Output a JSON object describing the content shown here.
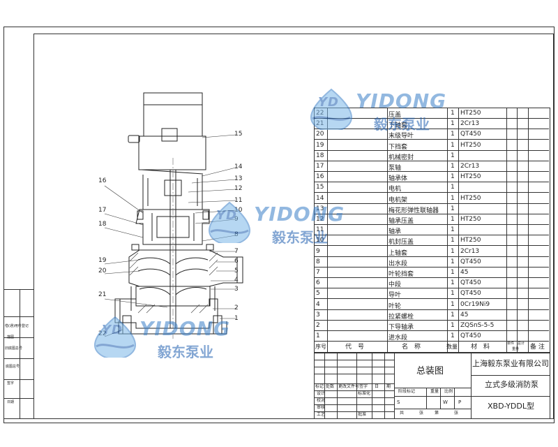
{
  "watermark": {
    "brand_letters": "YD",
    "brand": "YIDONG",
    "subtitle": "毅东泵业"
  },
  "left_strip": {
    "rows": [
      "借(通)用件登记",
      "描图",
      "旧底图总号",
      "底图总号",
      "签字",
      "日期"
    ]
  },
  "drawing": {
    "callouts_left": [
      "16",
      "17",
      "18",
      "19",
      "20",
      "21",
      "22"
    ],
    "callouts_right": [
      "15",
      "14",
      "13",
      "12",
      "11",
      "10",
      "9",
      "8",
      "7",
      "6",
      "5",
      "4",
      "3",
      "2",
      "1"
    ]
  },
  "bom": {
    "rows": [
      {
        "no": "22",
        "name": "压盖",
        "qty": "1",
        "mat": "HT250"
      },
      {
        "no": "21",
        "name": "下轴套",
        "qty": "1",
        "mat": "2Cr13"
      },
      {
        "no": "20",
        "name": "末级导叶",
        "qty": "1",
        "mat": "QT450"
      },
      {
        "no": "19",
        "name": "下挡套",
        "qty": "1",
        "mat": "HT250"
      },
      {
        "no": "18",
        "name": "机械密封",
        "qty": "1",
        "mat": ""
      },
      {
        "no": "17",
        "name": "泵轴",
        "qty": "1",
        "mat": "2Cr13"
      },
      {
        "no": "16",
        "name": "轴承体",
        "qty": "1",
        "mat": "HT250"
      },
      {
        "no": "15",
        "name": "电机",
        "qty": "1",
        "mat": ""
      },
      {
        "no": "14",
        "name": "电机架",
        "qty": "1",
        "mat": "HT250"
      },
      {
        "no": "13",
        "name": "梅花形弹性联轴器",
        "qty": "1",
        "mat": ""
      },
      {
        "no": "12",
        "name": "轴承压盖",
        "qty": "1",
        "mat": "HT250"
      },
      {
        "no": "11",
        "name": "轴承",
        "qty": "1",
        "mat": ""
      },
      {
        "no": "10",
        "name": "机封压盖",
        "qty": "1",
        "mat": "HT250"
      },
      {
        "no": "9",
        "name": "上轴套",
        "qty": "1",
        "mat": "2Cr13"
      },
      {
        "no": "8",
        "name": "出水段",
        "qty": "1",
        "mat": "QT450"
      },
      {
        "no": "7",
        "name": "叶轮挡套",
        "qty": "1",
        "mat": "45"
      },
      {
        "no": "6",
        "name": "中段",
        "qty": "1",
        "mat": "QT450"
      },
      {
        "no": "5",
        "name": "导叶",
        "qty": "1",
        "mat": "QT450"
      },
      {
        "no": "4",
        "name": "叶轮",
        "qty": "1",
        "mat": "0Cr19Ni9"
      },
      {
        "no": "3",
        "name": "拉紧螺栓",
        "qty": "1",
        "mat": "45"
      },
      {
        "no": "2",
        "name": "下导轴承",
        "qty": "1",
        "mat": "ZQSnS-5-5"
      },
      {
        "no": "1",
        "name": "进水段",
        "qty": "1",
        "mat": "QT450"
      }
    ],
    "header": {
      "no": "序号",
      "code": "代　号",
      "name": "名　称",
      "qty": "数量",
      "mat": "材　料",
      "single": "单件",
      "total": "总计",
      "weight": "重量",
      "remark": "备 注"
    }
  },
  "title_block": {
    "drawing_title": "总装图",
    "company": "上海毅东泵业有限公司",
    "product_name": "立式多级消防泵",
    "model": "XBD-YDDL型",
    "sign_header": [
      "标记",
      "处数",
      "更改文件号",
      "签字",
      "日",
      "期"
    ],
    "role_labels": [
      "设计",
      "校对",
      "审核",
      "工艺"
    ],
    "mid_labels": [
      "标准化",
      "批准"
    ],
    "stage_header": [
      "阶段标记",
      "重量",
      "比例"
    ],
    "stage_marks": [
      "S",
      "W",
      "P"
    ],
    "sheet_labels": [
      "共",
      "张",
      "第",
      "张"
    ]
  }
}
